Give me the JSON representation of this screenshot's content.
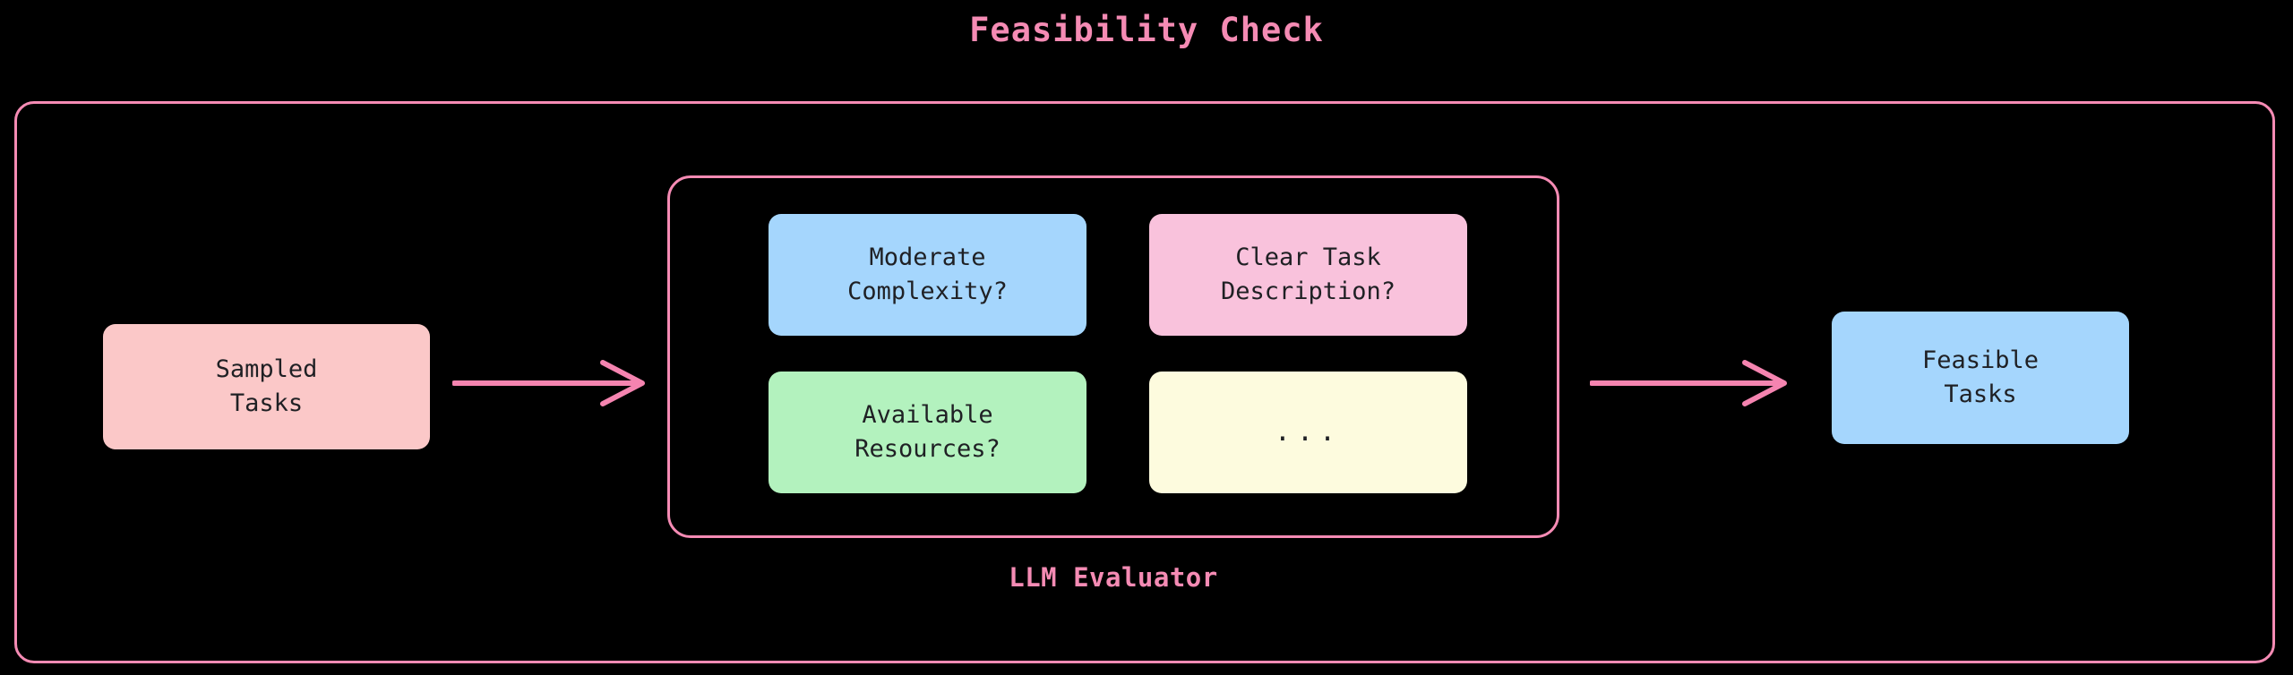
{
  "diagram": {
    "title": "Feasibility Check",
    "type": "flowchart",
    "background_color": "#000000",
    "accent_color": "#F58BB4",
    "text_color": "#1f2024"
  },
  "outer_group": {
    "name": "Feasibility Check",
    "border_color": "#F58BB4"
  },
  "inner_group": {
    "label": "LLM Evaluator",
    "border_color": "#F58BB4",
    "label_color": "#F58BB4"
  },
  "nodes": {
    "sampled_tasks": {
      "label": "Sampled\nTasks",
      "fill": "#FBC8C8"
    },
    "moderate_complexity": {
      "label": "Moderate\nComplexity?",
      "fill": "#A5D6FD"
    },
    "clear_task_description": {
      "label": "Clear Task\nDescription?",
      "fill": "#F9C2DC"
    },
    "available_resources": {
      "label": "Available\nResources?",
      "fill": "#B3F2BE"
    },
    "ellipsis": {
      "label": "...",
      "fill": "#FDFBDE"
    },
    "feasible_tasks": {
      "label": "Feasible\nTasks",
      "fill": "#A5D6FD"
    }
  },
  "edges": [
    {
      "name": "sampled-to-evaluator",
      "from": "sampled_tasks",
      "to": "inner_group",
      "color": "#F584B0",
      "style": "arrow"
    },
    {
      "name": "evaluator-to-feasible",
      "from": "inner_group",
      "to": "feasible_tasks",
      "color": "#F584B0",
      "style": "arrow"
    }
  ]
}
